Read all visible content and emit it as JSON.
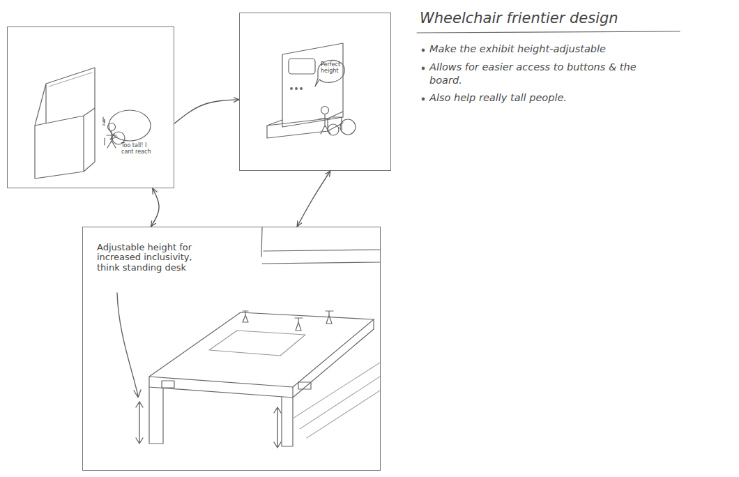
{
  "diagram": {
    "title": "Wheelchair frientier design",
    "nodes": [
      {
        "text": [
          "!",
          "Too tall! I cant reach"
        ]
      },
      {
        "text": [
          "Perfect height"
        ]
      },
      {
        "text": [
          "Adjustable height for increased inclusivity, think standing desk"
        ]
      }
    ],
    "edges": [
      {
        "from": 0,
        "to": 1,
        "arrow": "to"
      },
      {
        "from": 0,
        "to": 2,
        "arrow": "both"
      },
      {
        "from": 2,
        "to": 1,
        "arrow": "both"
      }
    ],
    "labels": [
      "Make the exhibit height-adjustable",
      "Allows for easier access to buttons & the board.",
      "Also help really tall people."
    ]
  }
}
